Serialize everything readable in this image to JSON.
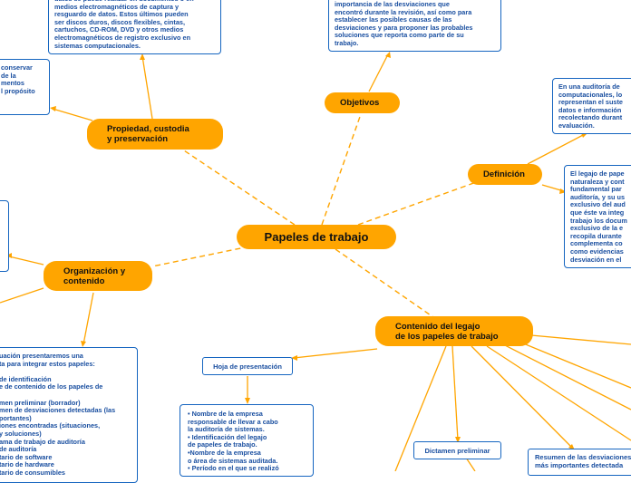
{
  "central": "Papeles de trabajo",
  "branches": {
    "objetivos": "Objetivos",
    "definicion": "Definición",
    "propiedad": "Propiedad, custodia\ny preservación",
    "organizacion": "Organización y\ncontenido",
    "contenido": "Contenido del legajo\nde los papeles de trabajo"
  },
  "labels": {
    "hoja": "Hoja de presentación",
    "dictamen": "Dictamen preliminar",
    "resumen": "Resumen de las desviaciones\nmás importantes detectada"
  },
  "notes": {
    "propiedad_top": "datos se puede realizar en documentos o en\nmedios electromagnéticos de captura y\nresguardo de datos. Estos últimos pueden\nser discos duros, discos flexibles, cintas,\ncartuchos, CD-ROM, DVD y otros medios\nelectromagnéticos de registro exclusivo en\nsistemas computacionales.",
    "propiedad_left": "conservar\nde la\nmentos\nl propósito\n",
    "objetivos_top": "importancia de las desviaciones que\nencontró durante la revisión, así como para\nestablecer las posibles causas de las\ndesviaciones y para proponer las probables\nsoluciones que reporta como parte de su\ntrabajo.",
    "definicion_1": "En una auditoría de\ncomputacionales, lo\nrepresentan el suste\ndatos e información\nrecolectando durant\nevaluación.",
    "definicion_2": "El legajo de pape\nnaturaleza y cont\nfundamental par\nauditoría, y su us\nexclusivo del aud\nque éste va integ\ntrabajo los docum\nexclusivo de la e\nrecopila durante\ncomplementa co\ncomo evidencias\ndesviación en el",
    "organizacion_list": "uación presentaremos una\nta para integrar estos papeles:\n\nde identificación\ne de contenido de los papeles de\n\nmen preliminar (borrador)\nmen de desviaciones detectadas (las\nportantes)\niones encontradas (situaciones,\ny soluciones)\nama de trabajo de auditoría\nde auditoría\ntario de software\ntario de hardware\ntario de consumibles",
    "hoja_detail": "• Nombre de la empresa\nresponsable de llevar a cabo\nla auditoría de sistemas.\n• Identificación del legajo\nde papeles de trabajo.\n•Nombre de la empresa\no área de sistemas auditada.\n• Período en el que se realizó"
  }
}
